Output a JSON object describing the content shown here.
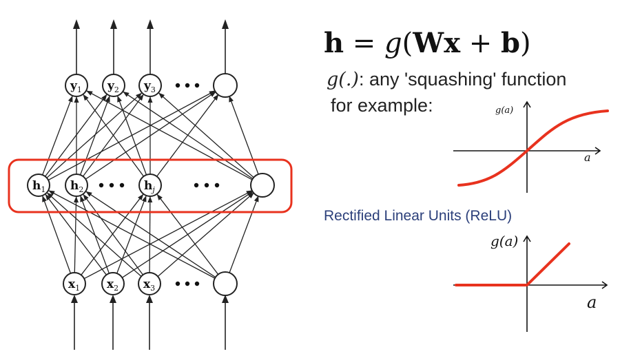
{
  "network": {
    "outputs": [
      {
        "base": "y",
        "sub": "1"
      },
      {
        "base": "y",
        "sub": "2"
      },
      {
        "base": "y",
        "sub": "3"
      },
      {
        "base": "",
        "sub": ""
      }
    ],
    "hidden": [
      {
        "base": "h",
        "sub": "1"
      },
      {
        "base": "h",
        "sub": "2"
      },
      {
        "base": "h",
        "sub": "j"
      },
      {
        "base": "",
        "sub": ""
      }
    ],
    "inputs": [
      {
        "base": "x",
        "sub": "1"
      },
      {
        "base": "x",
        "sub": "2"
      },
      {
        "base": "x",
        "sub": "3"
      },
      {
        "base": "",
        "sub": ""
      }
    ],
    "highlight_color": "#e8321e"
  },
  "formula": {
    "h": "h",
    "eq": " = ",
    "g": "g",
    "open": "(",
    "W": "W",
    "x": "x",
    "plus": " + ",
    "b": "b",
    "close": ")"
  },
  "description": {
    "g_symbol": "g(.)",
    "line1": ": any 'squashing' function",
    "line2": "for example:"
  },
  "sigmoid_plot": {
    "ylabel": "g(a)",
    "xlabel": "a",
    "curve_color": "#e8321e"
  },
  "relu": {
    "title": "Rectified Linear Units (ReLU)",
    "ylabel": "g(a)",
    "xlabel": "a",
    "title_color": "#2b3f7a",
    "curve_color": "#e8321e"
  }
}
